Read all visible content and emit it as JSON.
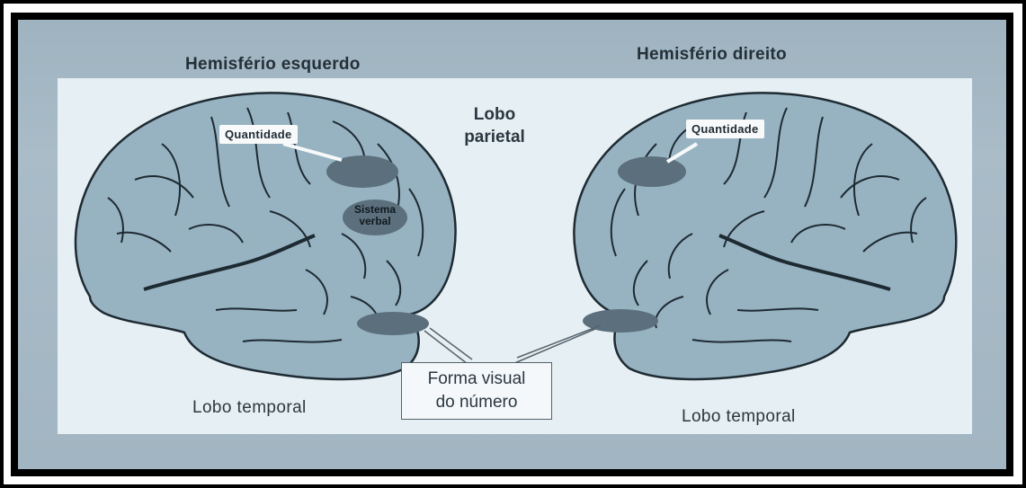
{
  "hemispheres": {
    "left_title": "Hemisfério esquerdo",
    "right_title": "Hemisfério direito"
  },
  "lobes": {
    "parietal_line1": "Lobo",
    "parietal_line2": "parietal",
    "temporal_left": "Lobo temporal",
    "temporal_right": "Lobo temporal"
  },
  "regions": {
    "quantity_left": "Quantidade",
    "quantity_right": "Quantidade",
    "verbal_line1": "Sistema",
    "verbal_line2": "verbal",
    "visual_form_line1": "Forma visual",
    "visual_form_line2": "do número"
  },
  "colors": {
    "brain_fill": "#97b3c2",
    "region_fill": "#5c6f7c",
    "fold_stroke": "#1e2a32"
  }
}
